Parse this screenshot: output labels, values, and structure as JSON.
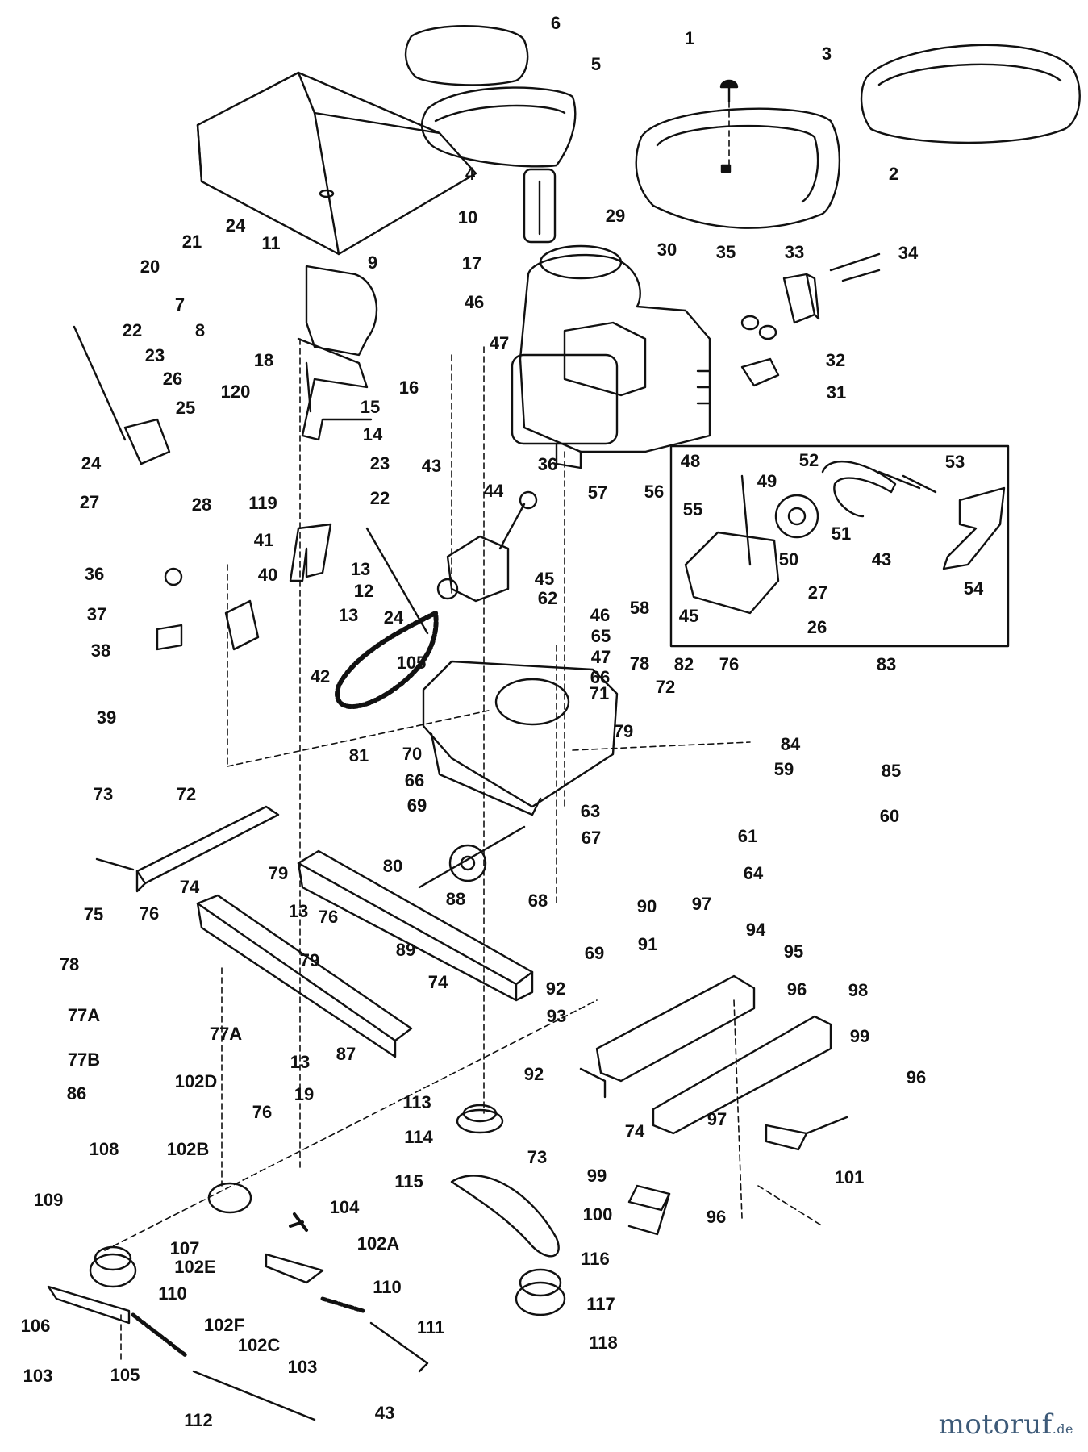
{
  "diagram": {
    "callouts": [
      "1",
      "2",
      "3",
      "4",
      "5",
      "6",
      "7",
      "8",
      "9",
      "10",
      "11",
      "12",
      "13",
      "14",
      "15",
      "16",
      "17",
      "18",
      "19",
      "20",
      "21",
      "22",
      "23",
      "24",
      "25",
      "26",
      "27",
      "28",
      "29",
      "30",
      "31",
      "32",
      "33",
      "34",
      "35",
      "36",
      "37",
      "38",
      "39",
      "40",
      "41",
      "42",
      "43",
      "44",
      "45",
      "46",
      "47",
      "48",
      "49",
      "50",
      "51",
      "52",
      "53",
      "54",
      "55",
      "56",
      "57",
      "58",
      "59",
      "60",
      "61",
      "62",
      "63",
      "64",
      "65",
      "66",
      "67",
      "68",
      "69",
      "70",
      "71",
      "72",
      "73",
      "74",
      "75",
      "76",
      "77A",
      "77B",
      "78",
      "79",
      "80",
      "81",
      "82",
      "83",
      "84",
      "85",
      "86",
      "87",
      "88",
      "89",
      "90",
      "91",
      "92",
      "93",
      "94",
      "95",
      "96",
      "97",
      "98",
      "99",
      "100",
      "101",
      "102A",
      "102B",
      "102C",
      "102D",
      "102E",
      "102F",
      "103",
      "104",
      "105",
      "106",
      "107",
      "108",
      "109",
      "110",
      "111",
      "112",
      "113",
      "114",
      "115",
      "116",
      "117",
      "118",
      "119",
      "120"
    ]
  },
  "watermark": {
    "brand": "motoruf",
    "tld": ".de"
  }
}
